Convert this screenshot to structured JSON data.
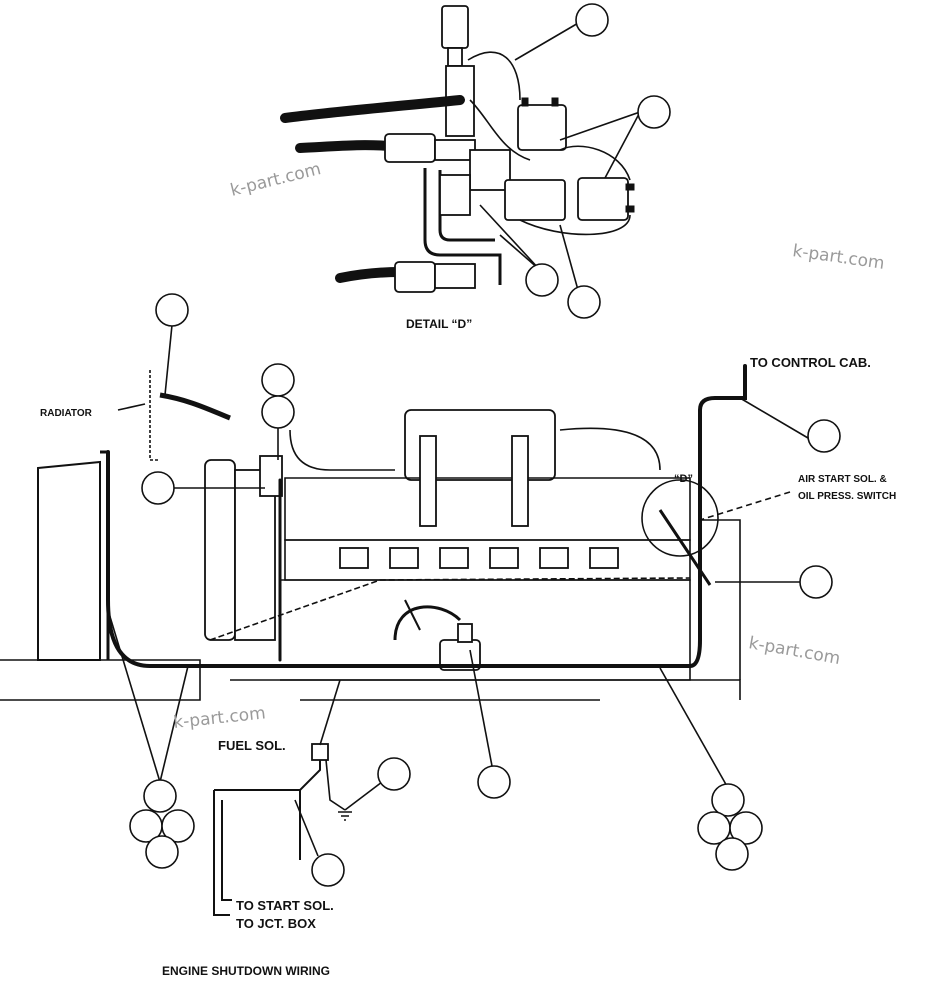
{
  "diagram": {
    "detail_title": "DETAIL “D”",
    "detail_marker": "“D”",
    "labels": {
      "to_control_cab": "TO CONTROL CAB.",
      "radiator": "RADIATOR",
      "air_start_line1": "AIR START SOL. &",
      "air_start_line2": "OIL PRESS. SWITCH",
      "fuel_sol": "FUEL SOL.",
      "to_start_sol": "TO START SOL.",
      "to_jct_box": "TO JCT. BOX"
    },
    "caption": "ENGINE SHUTDOWN WIRING",
    "watermarks": [
      "k-part.com",
      "k-part.com",
      "k-part.com",
      "k-part.com"
    ]
  }
}
